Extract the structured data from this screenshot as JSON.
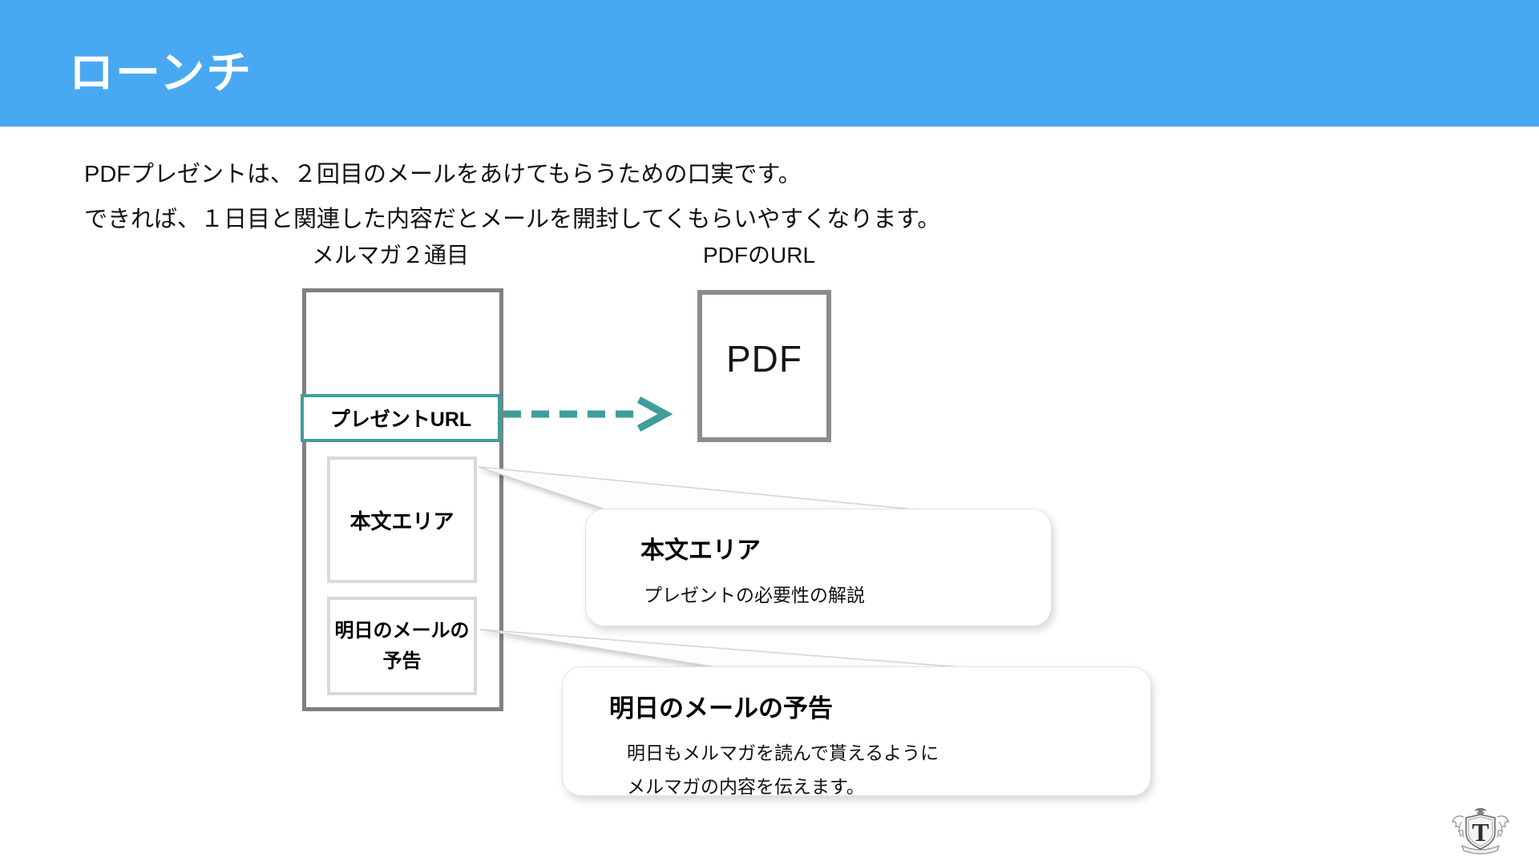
{
  "colors": {
    "header_bg": "#49a8f2",
    "teal": "#3f9e9a",
    "box_gray": "#808080",
    "light_gray": "#d9d9d9"
  },
  "header": {
    "title": "ローンチ"
  },
  "intro": {
    "line1": "PDFプレゼントは、２回目のメールをあけてもらうための口実です。",
    "line2": "できれば、１日目と関連した内容だとメールを開封してくもらいやすくなります。"
  },
  "diagram": {
    "left_label": "メルマガ２通目",
    "right_label": "PDFのURL",
    "present_url_label": "プレゼントURL",
    "body_area_label": "本文エリア",
    "tomorrow_box": {
      "line1": "明日のメールの",
      "line2": "予告"
    },
    "pdf_label": "PDF"
  },
  "callouts": [
    {
      "title": "本文エリア",
      "body": [
        "プレゼントの必要性の解説"
      ]
    },
    {
      "title": "明日のメールの予告",
      "body": [
        "明日もメルマガを読んで貰えるように",
        "メルマガの内容を伝えます。"
      ]
    }
  ],
  "logo": {
    "letter": "T"
  }
}
